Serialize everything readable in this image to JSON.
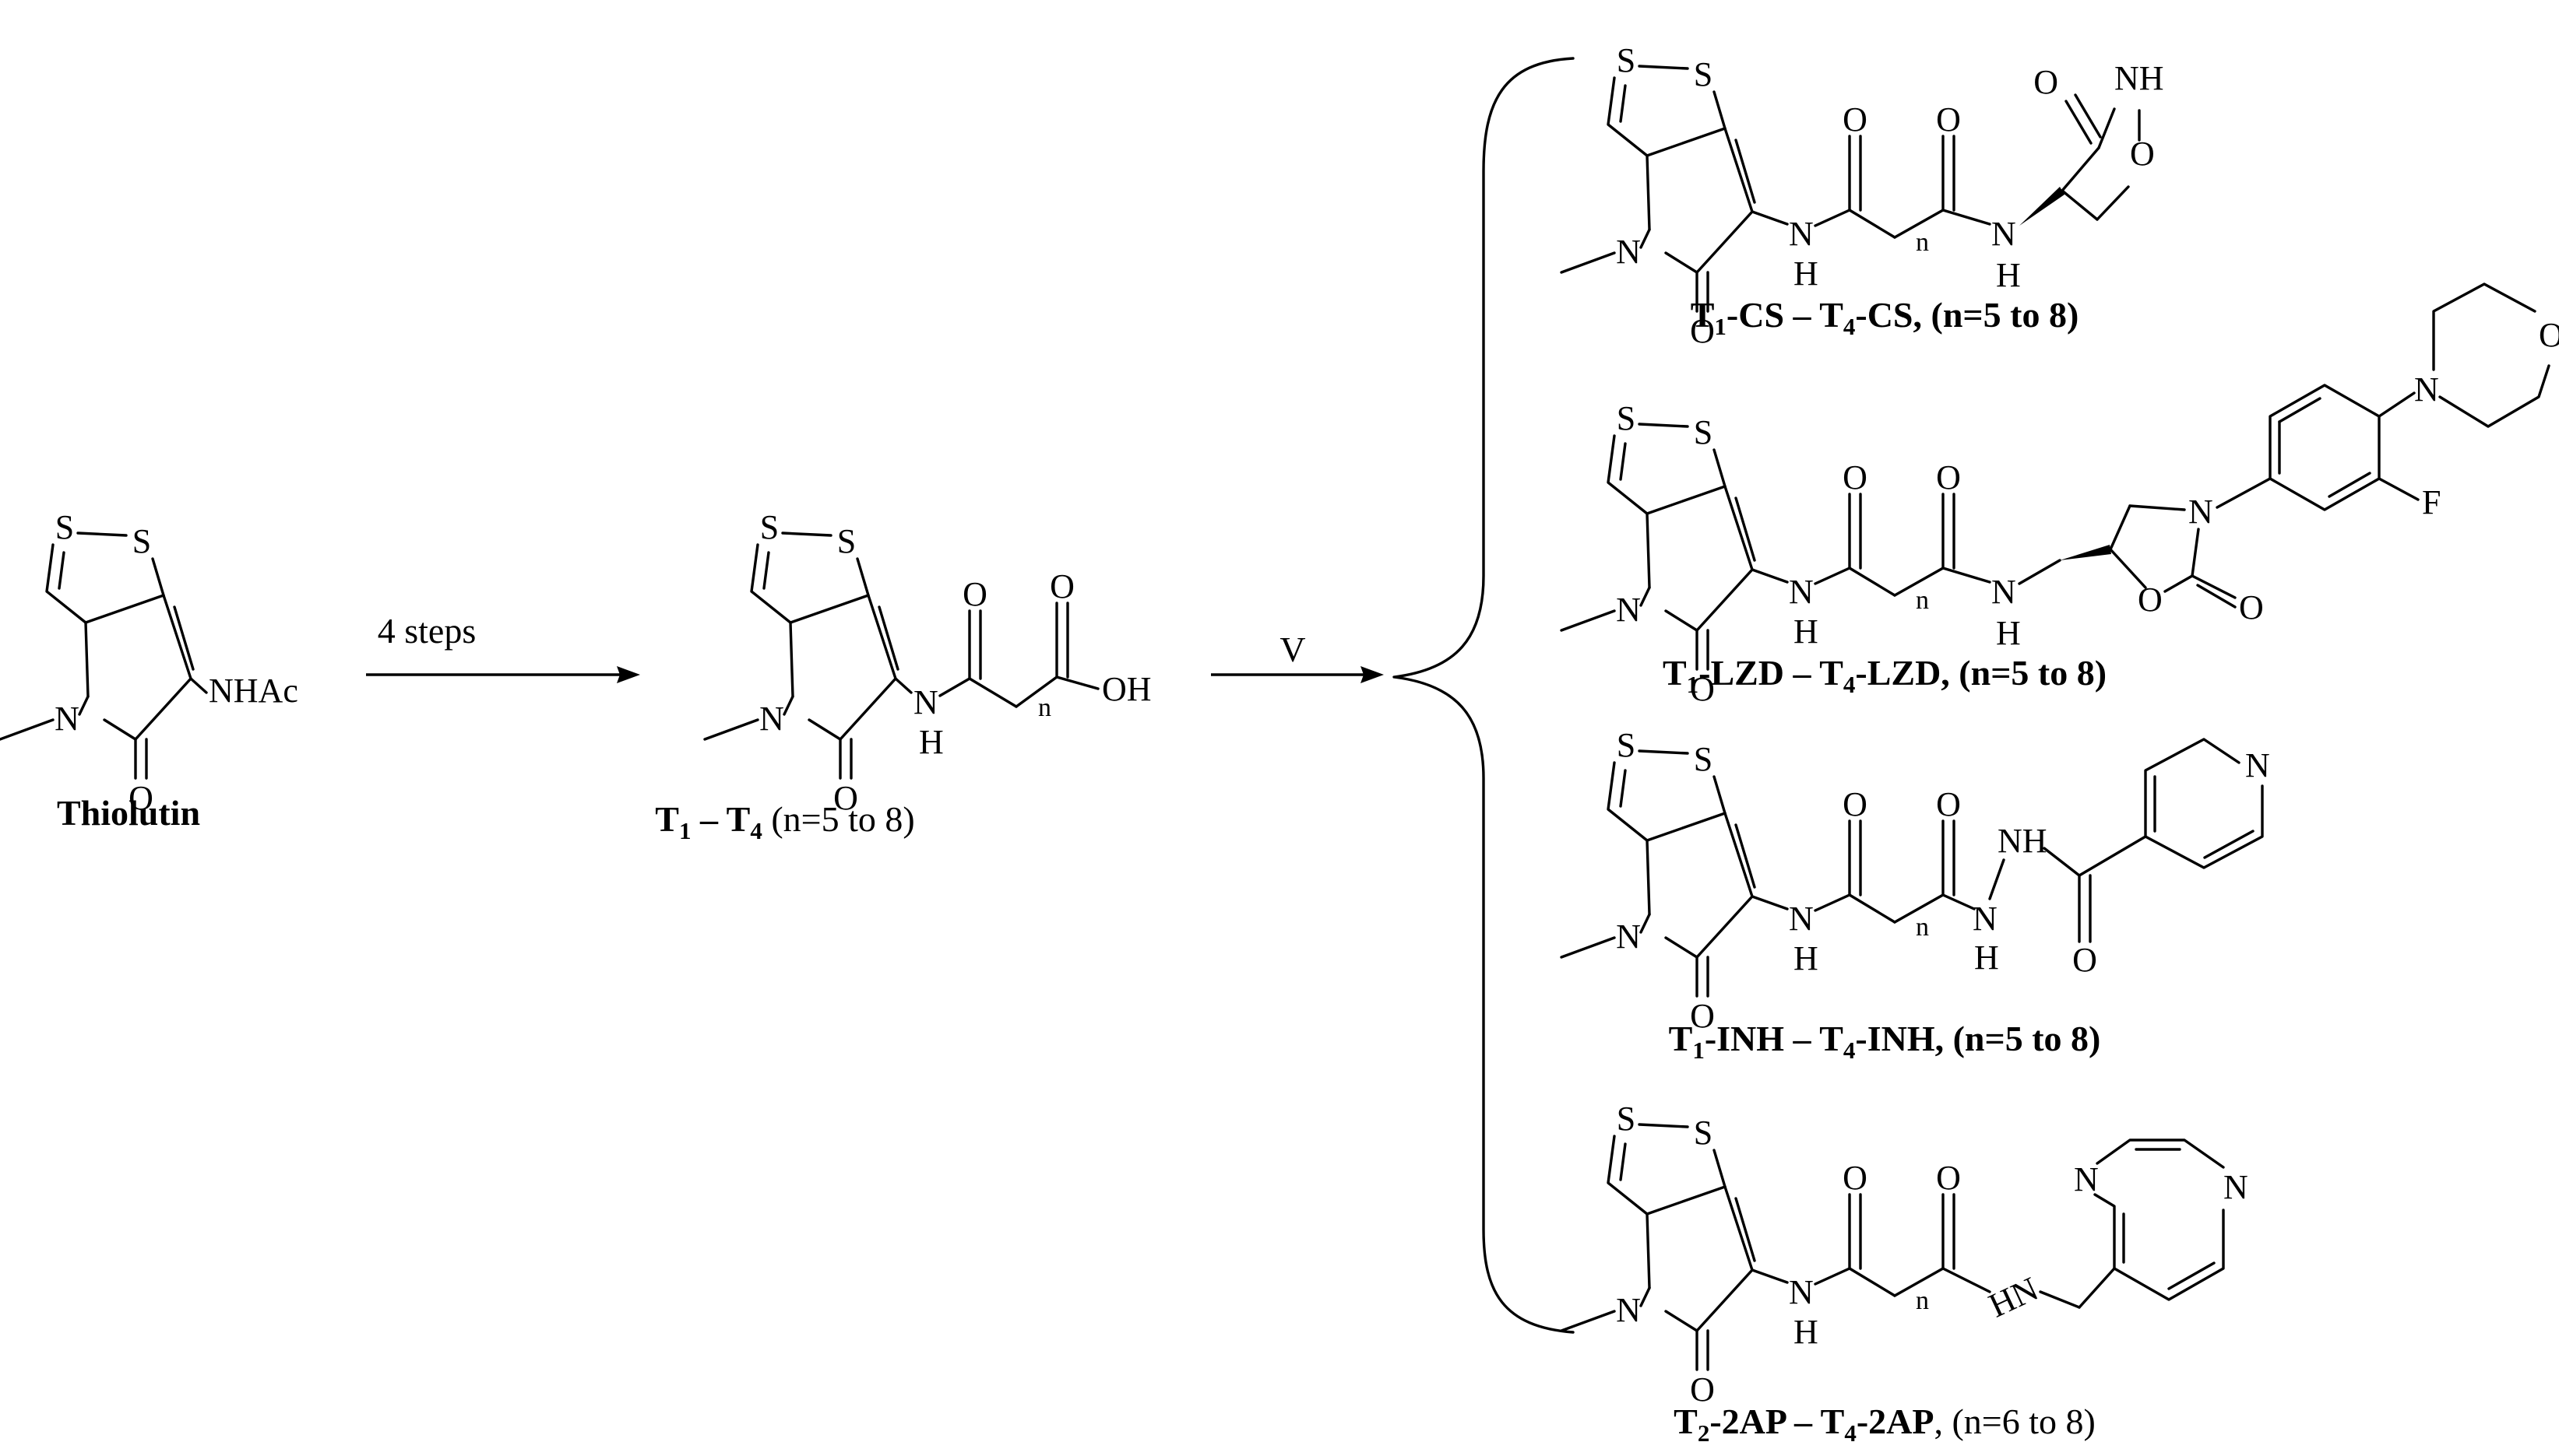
{
  "atoms": {
    "S": "S",
    "N": "N",
    "O": "O",
    "H": "H",
    "F": "F",
    "NH": "NH",
    "HN": "HN",
    "OH": "OH",
    "NHAc": "NHAc",
    "n": "n"
  },
  "start_label": "Thiolutin",
  "steps": {
    "first": "4 steps",
    "second": "V"
  },
  "intermediate_label": {
    "a": "T",
    "a_sub": "1",
    "dash": " – ",
    "b": "T",
    "b_sub": "4",
    "range": " (n=5 to 8)"
  },
  "products": [
    {
      "a": "T",
      "a_sub": "1",
      "mid": "-CS – T",
      "b_sub": "4",
      "tail": "-CS, (n=5 to 8)"
    },
    {
      "a": "T",
      "a_sub": "1",
      "mid": "-LZD – T",
      "b_sub": "4",
      "tail": "-LZD, (n=5 to 8)"
    },
    {
      "a": "T",
      "a_sub": "1",
      "mid": "-INH – T",
      "b_sub": "4",
      "tail": "-INH, (n=5 to 8)"
    },
    {
      "a": "T",
      "a_sub": "2",
      "mid": "-2AP – T",
      "b_sub": "4",
      "tail": "-2AP",
      "extra": ", (n=6 to 8)"
    }
  ]
}
